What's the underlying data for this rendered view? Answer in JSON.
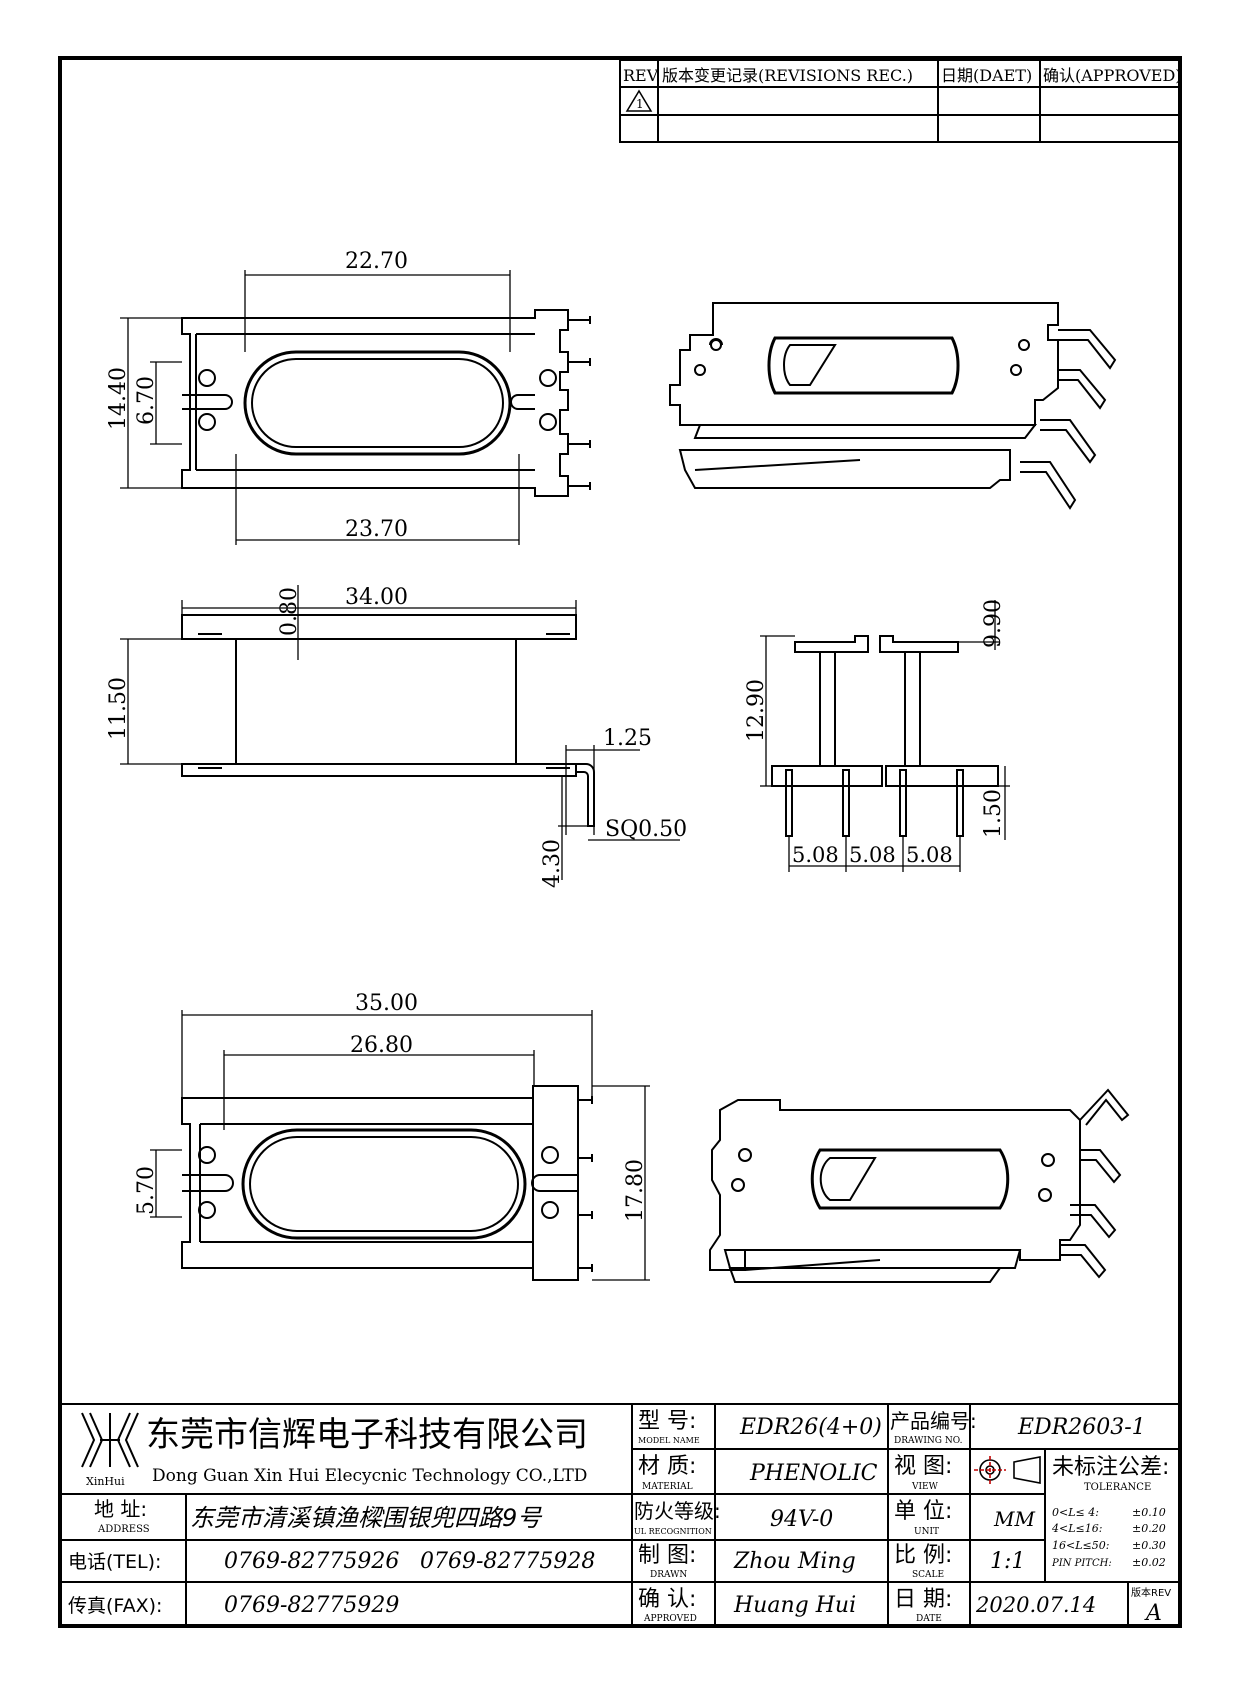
{
  "revisions": {
    "col_rev": "REV.",
    "col_record": "版本变更记录(REVISIONS REC.)",
    "col_date": "日期(DAET)",
    "col_approved": "确认(APPROVED)",
    "row1_mark": "1"
  },
  "dimensions": {
    "top_width_inner": "22.70",
    "top_height_outer": "14.40",
    "top_slot": "6.70",
    "top_width_outer": "23.70",
    "side_thickness": "0.80",
    "side_length": "34.00",
    "side_height": "11.50",
    "pin_offset": "1.25",
    "pin_square": "SQ0.50",
    "pin_length": "4.30",
    "end_total_height": "12.90",
    "end_flange_height": "9.90",
    "end_pin_gap": "1.50",
    "pitch_1": "5.08",
    "pitch_2": "5.08",
    "pitch_3": "5.08",
    "bottom_length": "35.00",
    "bottom_inner": "26.80",
    "bottom_slot": "5.70",
    "bottom_height": "17.80"
  },
  "titleblock": {
    "company_cn": "东莞市信辉电子科技有限公司",
    "company_en": "Dong Guan Xin Hui Elecycnic Technology CO.,LTD",
    "logo_text": "XinHui",
    "address_label_cn": "地  址:",
    "address_label_en": "ADDRESS",
    "address_value": "东莞市清溪镇渔樑围银兜四路9号",
    "tel_label": "电话(TEL):",
    "tel_1": "0769-82775926",
    "tel_2": "0769-82775928",
    "fax_label": "传真(FAX):",
    "fax_value": "0769-82775929",
    "model_label_cn": "型  号:",
    "model_label_en": "MODEL NAME",
    "model_value": "EDR26(4+0)",
    "material_label_cn": "材  质:",
    "material_label_en": "MATERIAL",
    "material_value": "PHENOLIC",
    "ul_label_cn": "防火等级:",
    "ul_label_en": "UL RECOGNITION",
    "ul_value": "94V-0",
    "drawn_label_cn": "制  图:",
    "drawn_label_en": "DRAWN",
    "drawn_value": "Zhou Ming",
    "approved_label_cn": "确  认:",
    "approved_label_en": "APPROVED",
    "approved_value": "Huang Hui",
    "drawing_no_label_cn": "产品编号:",
    "drawing_no_label_en": "DRAWING NO.",
    "drawing_no_value": "EDR2603-1",
    "view_label_cn": "视  图:",
    "view_label_en": "VIEW",
    "unit_label_cn": "单  位:",
    "unit_label_en": "UNIT",
    "unit_value": "MM",
    "scale_label_cn": "比  例:",
    "scale_label_en": "SCALE",
    "scale_value": "1:1",
    "date_label_cn": "日  期:",
    "date_label_en": "DATE",
    "date_value": "2020.07.14",
    "tolerance_title_cn": "未标注公差:",
    "tolerance_title_en": "TOLERANCE",
    "tol_1_range": "0<L≤ 4:",
    "tol_1_value": "±0.10",
    "tol_2_range": "4<L≤16:",
    "tol_2_value": "±0.20",
    "tol_3_range": "16<L≤50:",
    "tol_3_value": "±0.30",
    "tol_4_range": "PIN PITCH:",
    "tol_4_value": "±0.02",
    "rev_label": "版本REV",
    "rev_value": "A"
  }
}
